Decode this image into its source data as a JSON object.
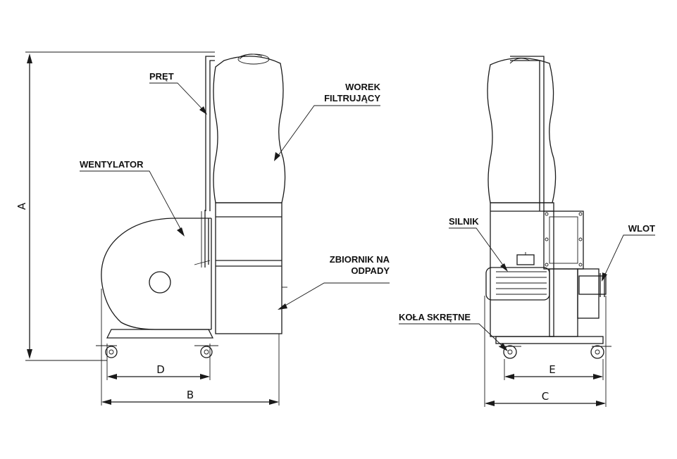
{
  "labels": {
    "pret": "PRĘT",
    "worek_line1": "WOREK",
    "worek_line2": "FILTRUJĄCY",
    "wentylator": "WENTYLATOR",
    "zbiornik_line1": "ZBIORNIK NA",
    "zbiornik_line2": "ODPADY",
    "silnik": "SILNIK",
    "wlot": "WLOT",
    "kola": "KOŁA SKRĘTNE"
  },
  "dimensions": {
    "a": "A",
    "b": "B",
    "c": "C",
    "d": "D",
    "e": "E"
  },
  "colors": {
    "line": "#1a1a1a",
    "background": "#ffffff"
  }
}
